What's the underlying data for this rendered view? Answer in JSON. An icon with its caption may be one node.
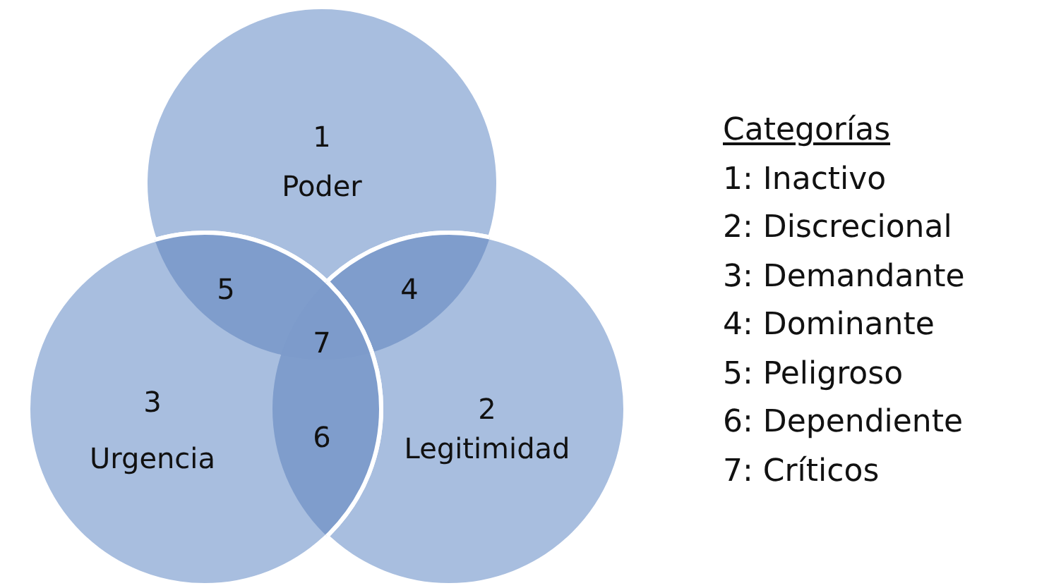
{
  "diagram": {
    "nodes": [
      {
        "text": [
          "1",
          "Poder"
        ]
      },
      {
        "text": [
          "2",
          "Legitimidad"
        ]
      },
      {
        "text": [
          "3",
          "Urgencia"
        ]
      },
      {
        "text": [
          "4"
        ]
      },
      {
        "text": [
          "5"
        ]
      },
      {
        "text": [
          "6"
        ]
      },
      {
        "text": [
          "7"
        ]
      }
    ],
    "labels": [
      "Categorías",
      "1: Inactivo",
      "2: Discrecional",
      "3: Demandante",
      "4: Dominante",
      "5: Peligroso",
      "6: Dependiente",
      "7: Críticos"
    ]
  }
}
